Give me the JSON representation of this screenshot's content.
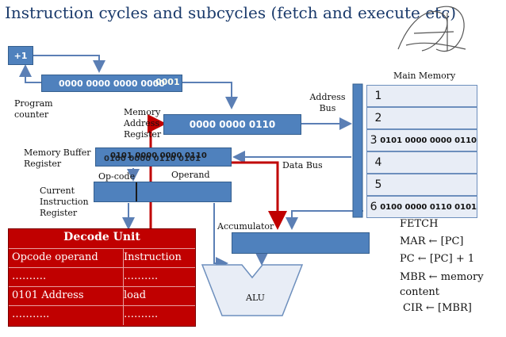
{
  "title": "Instruction cycles and subcycles (fetch and execute etc)",
  "increment": "+1",
  "pc": {
    "value": "0000 0000 0000 0000",
    "value_overlay": "0001",
    "label": "Program counter"
  },
  "mar": {
    "value": "0000 0000 0110",
    "label": "Memory Address Register"
  },
  "mbr": {
    "value": "0101 0000 0000 0110",
    "value_overlay": "0100 0000 0110 0101",
    "label": "Memory Buffer Register"
  },
  "cir": {
    "label": "Current Instruction Register",
    "opcode_label": "Op-code",
    "operand_label": "Operand"
  },
  "accumulator": {
    "label": "Accumulator"
  },
  "alu": {
    "label": "ALU"
  },
  "buses": {
    "address": "Address Bus",
    "data": "Data Bus"
  },
  "memory": {
    "title": "Main Memory",
    "cells": [
      {
        "addr": "1",
        "value": ""
      },
      {
        "addr": "2",
        "value": ""
      },
      {
        "addr": "3",
        "value": "0101 0000 0000 0110"
      },
      {
        "addr": "4",
        "value": ""
      },
      {
        "addr": "5",
        "value": ""
      },
      {
        "addr": "6",
        "value": "0100 0000 0110 0101"
      }
    ]
  },
  "decode_unit": {
    "title": "Decode Unit",
    "headers": [
      "Opcode operand",
      "Instruction"
    ],
    "rows": [
      [
        "……….",
        "………."
      ],
      [
        "0101      Address",
        "load"
      ],
      [
        "………..",
        "………."
      ]
    ]
  },
  "fetch_steps": {
    "heading": "FETCH",
    "steps": [
      "MAR ← [PC]",
      "PC ← [PC] + 1",
      "MBR ← memory content",
      "CIR ← [MBR]"
    ]
  },
  "colors": {
    "register": "#4f81bd",
    "decode": "#c00000",
    "title": "#1a3a6b",
    "wire": "#5b7fb5",
    "highlight": "#c00000"
  }
}
